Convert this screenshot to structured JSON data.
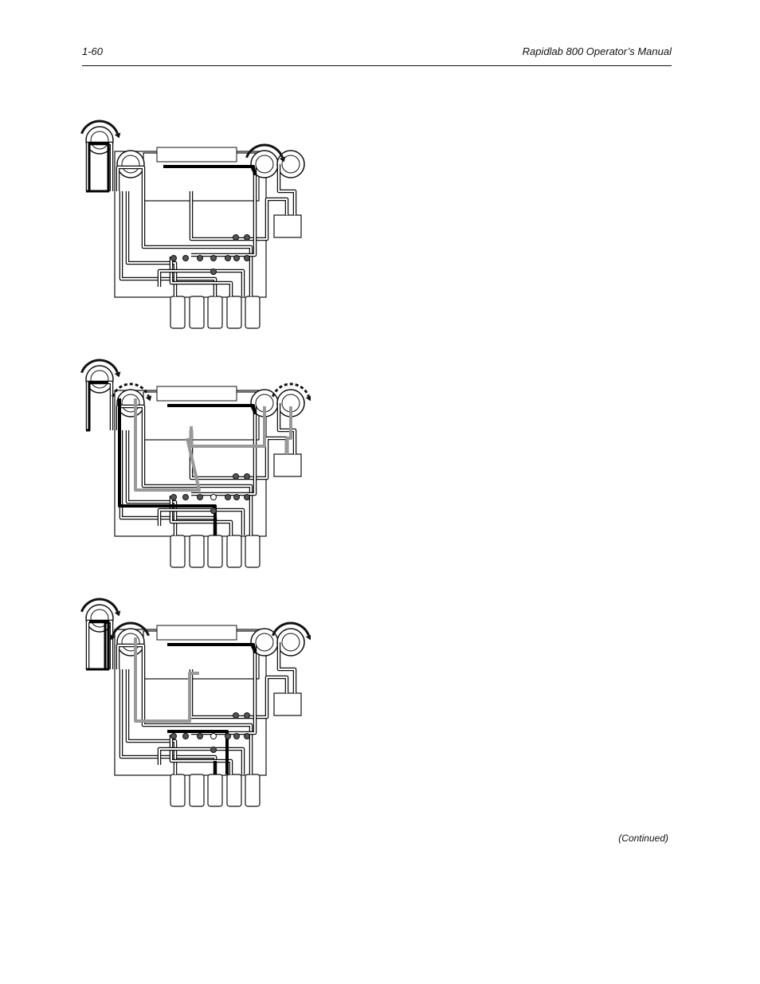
{
  "header": {
    "page_number": "1-60",
    "manual_title": "Rapidlab 800 Operator’s Manual"
  },
  "footer": {
    "continued": "(Continued)"
  },
  "colors": {
    "ink": "#111111",
    "active_path": "#000000",
    "secondary_path": "#999999"
  },
  "figures": [
    {
      "id": "fluid-diagram-1",
      "left_pump_arrow": "cw",
      "mid_pump_arrow": "none",
      "right_pump_arrow": "cw-solid"
    },
    {
      "id": "fluid-diagram-2",
      "left_pump_arrow": "cw",
      "mid_pump_arrow": "cw-dashed",
      "right_pump_arrow": "cw-dashed"
    },
    {
      "id": "fluid-diagram-3",
      "left_pump_arrow": "cw",
      "mid_pump_arrow": "ccw",
      "right_pump_arrow": "cw"
    }
  ]
}
